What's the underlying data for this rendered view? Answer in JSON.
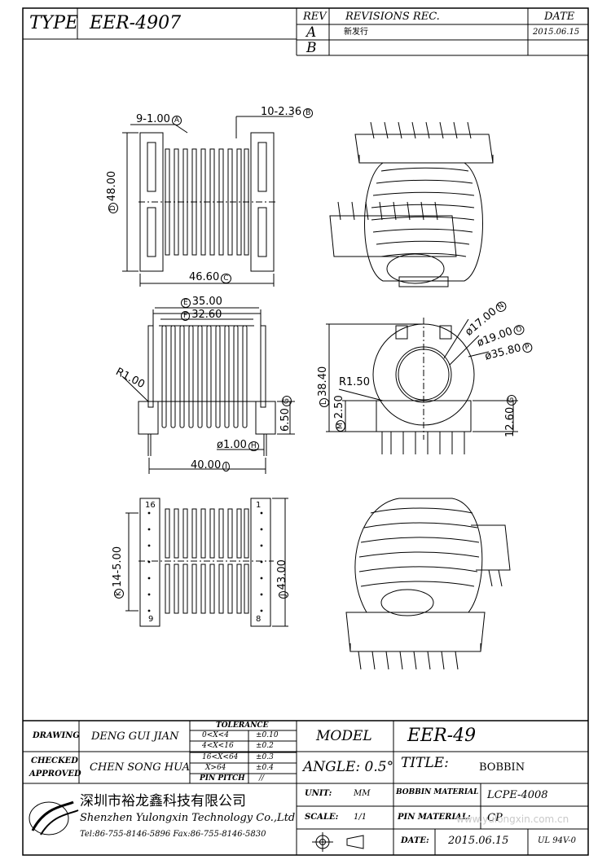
{
  "header": {
    "type_label": "TYPE",
    "type_value": "EER-4907",
    "rev_label": "REV",
    "revisions_label": "REVISIONS REC.",
    "date_label": "DATE",
    "rev_a": "A",
    "rev_a_text": "新发行",
    "rev_a_date": "2015.06.15",
    "rev_b": "B"
  },
  "dims": {
    "d1": "9-1.00",
    "d1_ref": "A",
    "d2": "10-2.36",
    "d2_ref": "B",
    "d3": "48.00",
    "d3_ref": "D",
    "d4": "46.60",
    "d4_ref": "C",
    "d5": "35.00",
    "d5_ref": "E",
    "d6": "32.60",
    "d6_ref": "F",
    "r1": "R1.00",
    "d7": "6.50",
    "d7_ref": "G",
    "d8": "ø1.00",
    "d8_ref": "H",
    "d9": "40.00",
    "d9_ref": "I",
    "d10": "ø17.00",
    "d10_ref": "N",
    "d11": "ø19.00",
    "d11_ref": "O",
    "d12": "ø35.80",
    "d12_ref": "P",
    "d13": "38.40",
    "d13_ref": "L",
    "r2": "R1.50",
    "d14": "2.50",
    "d14_ref": "M",
    "d15": "12.60",
    "d15_ref": "G",
    "d16": "14-5.00",
    "d16_ref": "K",
    "d17": "43.00",
    "d17_ref": "J",
    "pin16": "16",
    "pin1": "1",
    "pin9": "9",
    "pin8": "8"
  },
  "title_block": {
    "drawing_label": "DRAWING",
    "drawing_name": "DENG GUI JIAN",
    "checked_label": "CHECKED",
    "approved_label": "APPROVED",
    "checked_name": "CHEN SONG HUA",
    "tolerance_label": "TOLERANCE",
    "tol_rows": [
      {
        "range": "0<X<4",
        "value": "±0.10"
      },
      {
        "range": "4<X<16",
        "value": "±0.2"
      },
      {
        "range": "16<X<64",
        "value": "±0.3"
      },
      {
        "range": "X>64",
        "value": "±0.4"
      },
      {
        "range": "PIN PITCH",
        "value": "//"
      }
    ],
    "model_label": "MODEL",
    "model_value": "EER-49",
    "angle_label": "ANGLE: 0.5°",
    "title_label": "TITLE:",
    "title_value": "BOBBIN",
    "company_cn": "深圳市裕龙鑫科技有限公司",
    "company_en": "Shenzhen Yulongxin Technology Co.,Ltd",
    "contact": "Tel:86-755-8146-5896  Fax:86-755-8146-5830",
    "unit_label": "UNIT:",
    "unit_value": "MM",
    "scale_label": "SCALE:",
    "scale_value": "1/1",
    "bobbin_material_label": "BOBBIN MATERIAL",
    "bobbin_material_value": "LCPE-4008",
    "pin_material_label": "PIN MATERIAL:",
    "pin_material_value": "CP",
    "date_label": "DATE:",
    "date_value": "2015.06.15",
    "ul_value": "UL 94V-0",
    "watermark": "www.yulongxin.com.cn"
  }
}
